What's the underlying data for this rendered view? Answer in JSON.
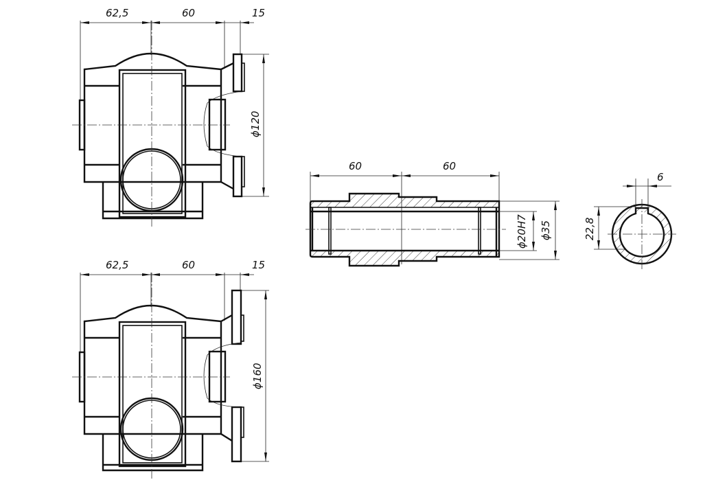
{
  "drawing": {
    "view_top": {
      "dim_left": "62,5",
      "dim_mid": "60",
      "dim_right": "15",
      "dim_flange_diameter": "ϕ120"
    },
    "view_bottom": {
      "dim_left": "62,5",
      "dim_mid": "60",
      "dim_right": "15",
      "dim_flange_diameter": "ϕ160"
    },
    "shaft_section": {
      "dim_left_length": "60",
      "dim_right_length": "60",
      "dim_bore": "ϕ20H7",
      "dim_outer": "ϕ35"
    },
    "shaft_cross_section": {
      "dim_key_width": "6",
      "dim_key_depth": "22,8"
    },
    "colors": {
      "line": "#111111",
      "background": "#ffffff"
    }
  }
}
